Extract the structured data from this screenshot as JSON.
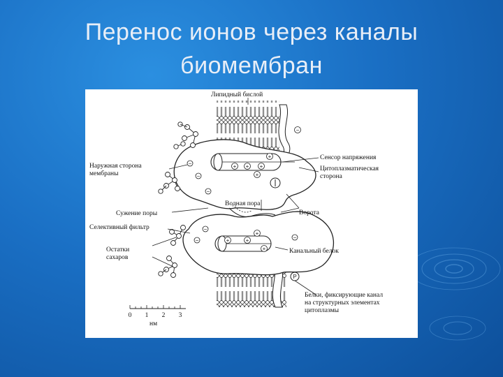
{
  "slide": {
    "title_line1": "Перенос ионов через каналы",
    "title_line2": "биомембран"
  },
  "figure": {
    "labels": {
      "lipid_bilayer": "Липидный бислой",
      "voltage_sensor": "Сенсор напряжения",
      "outer_side_1": "Наружная сторона",
      "outer_side_2": "мембраны",
      "cytoplasmic_1": "Цитоплазматическая",
      "cytoplasmic_2": "сторона",
      "water_pore": "Водная пора",
      "gate": "Ворота",
      "pore_narrowing": "Сужение поры",
      "selective_filter": "Селективный фильтр",
      "sugar_1": "Остатки",
      "sugar_2": "сахаров",
      "channel_protein": "Канальный белок",
      "fixing_1": "Белки, фиксирующие канал",
      "fixing_2": "на структурных элементах",
      "fixing_3": "цитоплазмы",
      "scale_unit": "нм",
      "phosphate": "P"
    },
    "scale_ticks": [
      "0",
      "1",
      "2",
      "3"
    ]
  }
}
